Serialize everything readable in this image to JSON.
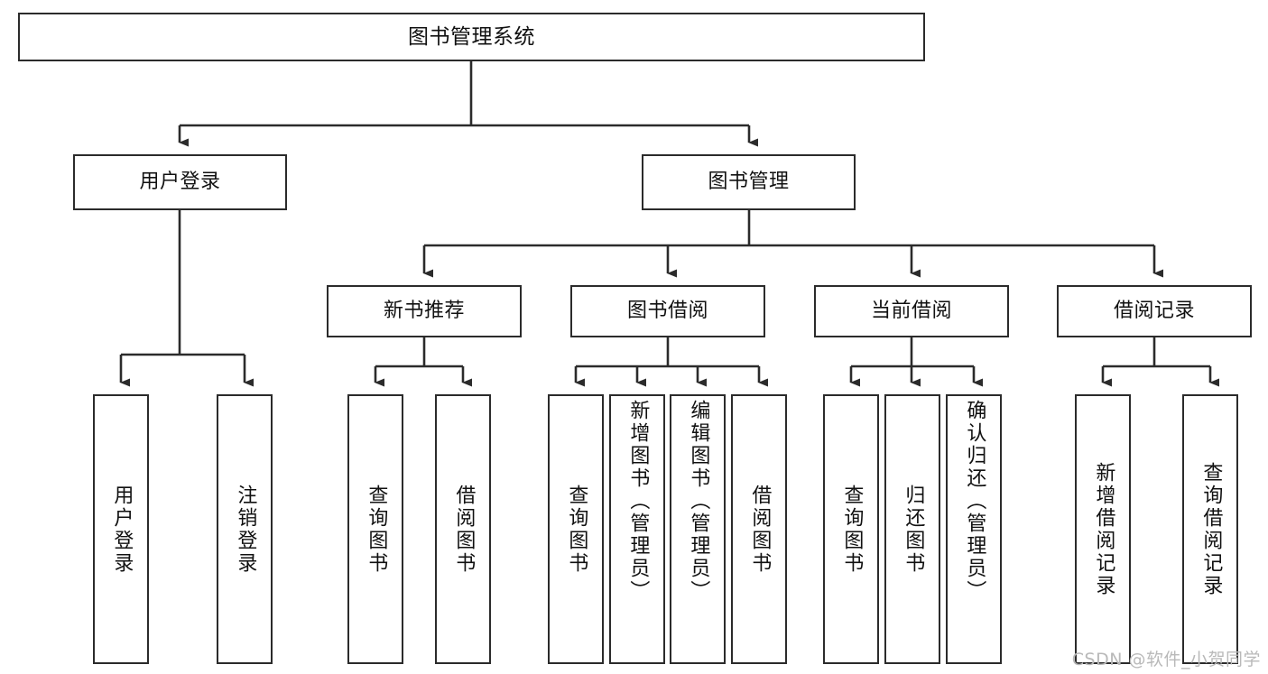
{
  "diagram": {
    "type": "tree-flowchart",
    "title": "图书管理系统",
    "watermark": "CSDN @软件_小贺同学",
    "colors": {
      "box_border": "#2b2b2b",
      "box_fill": "#ffffff",
      "line": "#2b2b2b",
      "text": "#111111",
      "watermark": "#b9b9b9",
      "background": "#ffffff"
    },
    "nodes": {
      "root": {
        "label": "图书管理系统"
      },
      "level2": [
        {
          "label": "用户登录"
        },
        {
          "label": "图书管理"
        }
      ],
      "level3": [
        {
          "label": "新书推荐"
        },
        {
          "label": "图书借阅"
        },
        {
          "label": "当前借阅"
        },
        {
          "label": "借阅记录"
        }
      ],
      "leaves": {
        "user_login": [
          {
            "label": "用户登录"
          },
          {
            "label": "注销登录"
          }
        ],
        "new_book_recommend": [
          {
            "label": "查询图书"
          },
          {
            "label": "借阅图书"
          }
        ],
        "book_borrow": [
          {
            "label": "查询图书"
          },
          {
            "label": "新增图书（管理员）"
          },
          {
            "label": "编辑图书（管理员）"
          },
          {
            "label": "借阅图书"
          }
        ],
        "current_borrow": [
          {
            "label": "查询图书"
          },
          {
            "label": "归还图书"
          },
          {
            "label": "确认归还（管理员）"
          }
        ],
        "borrow_record": [
          {
            "label": "新增借阅记录"
          },
          {
            "label": "查询借阅记录"
          }
        ]
      }
    }
  }
}
